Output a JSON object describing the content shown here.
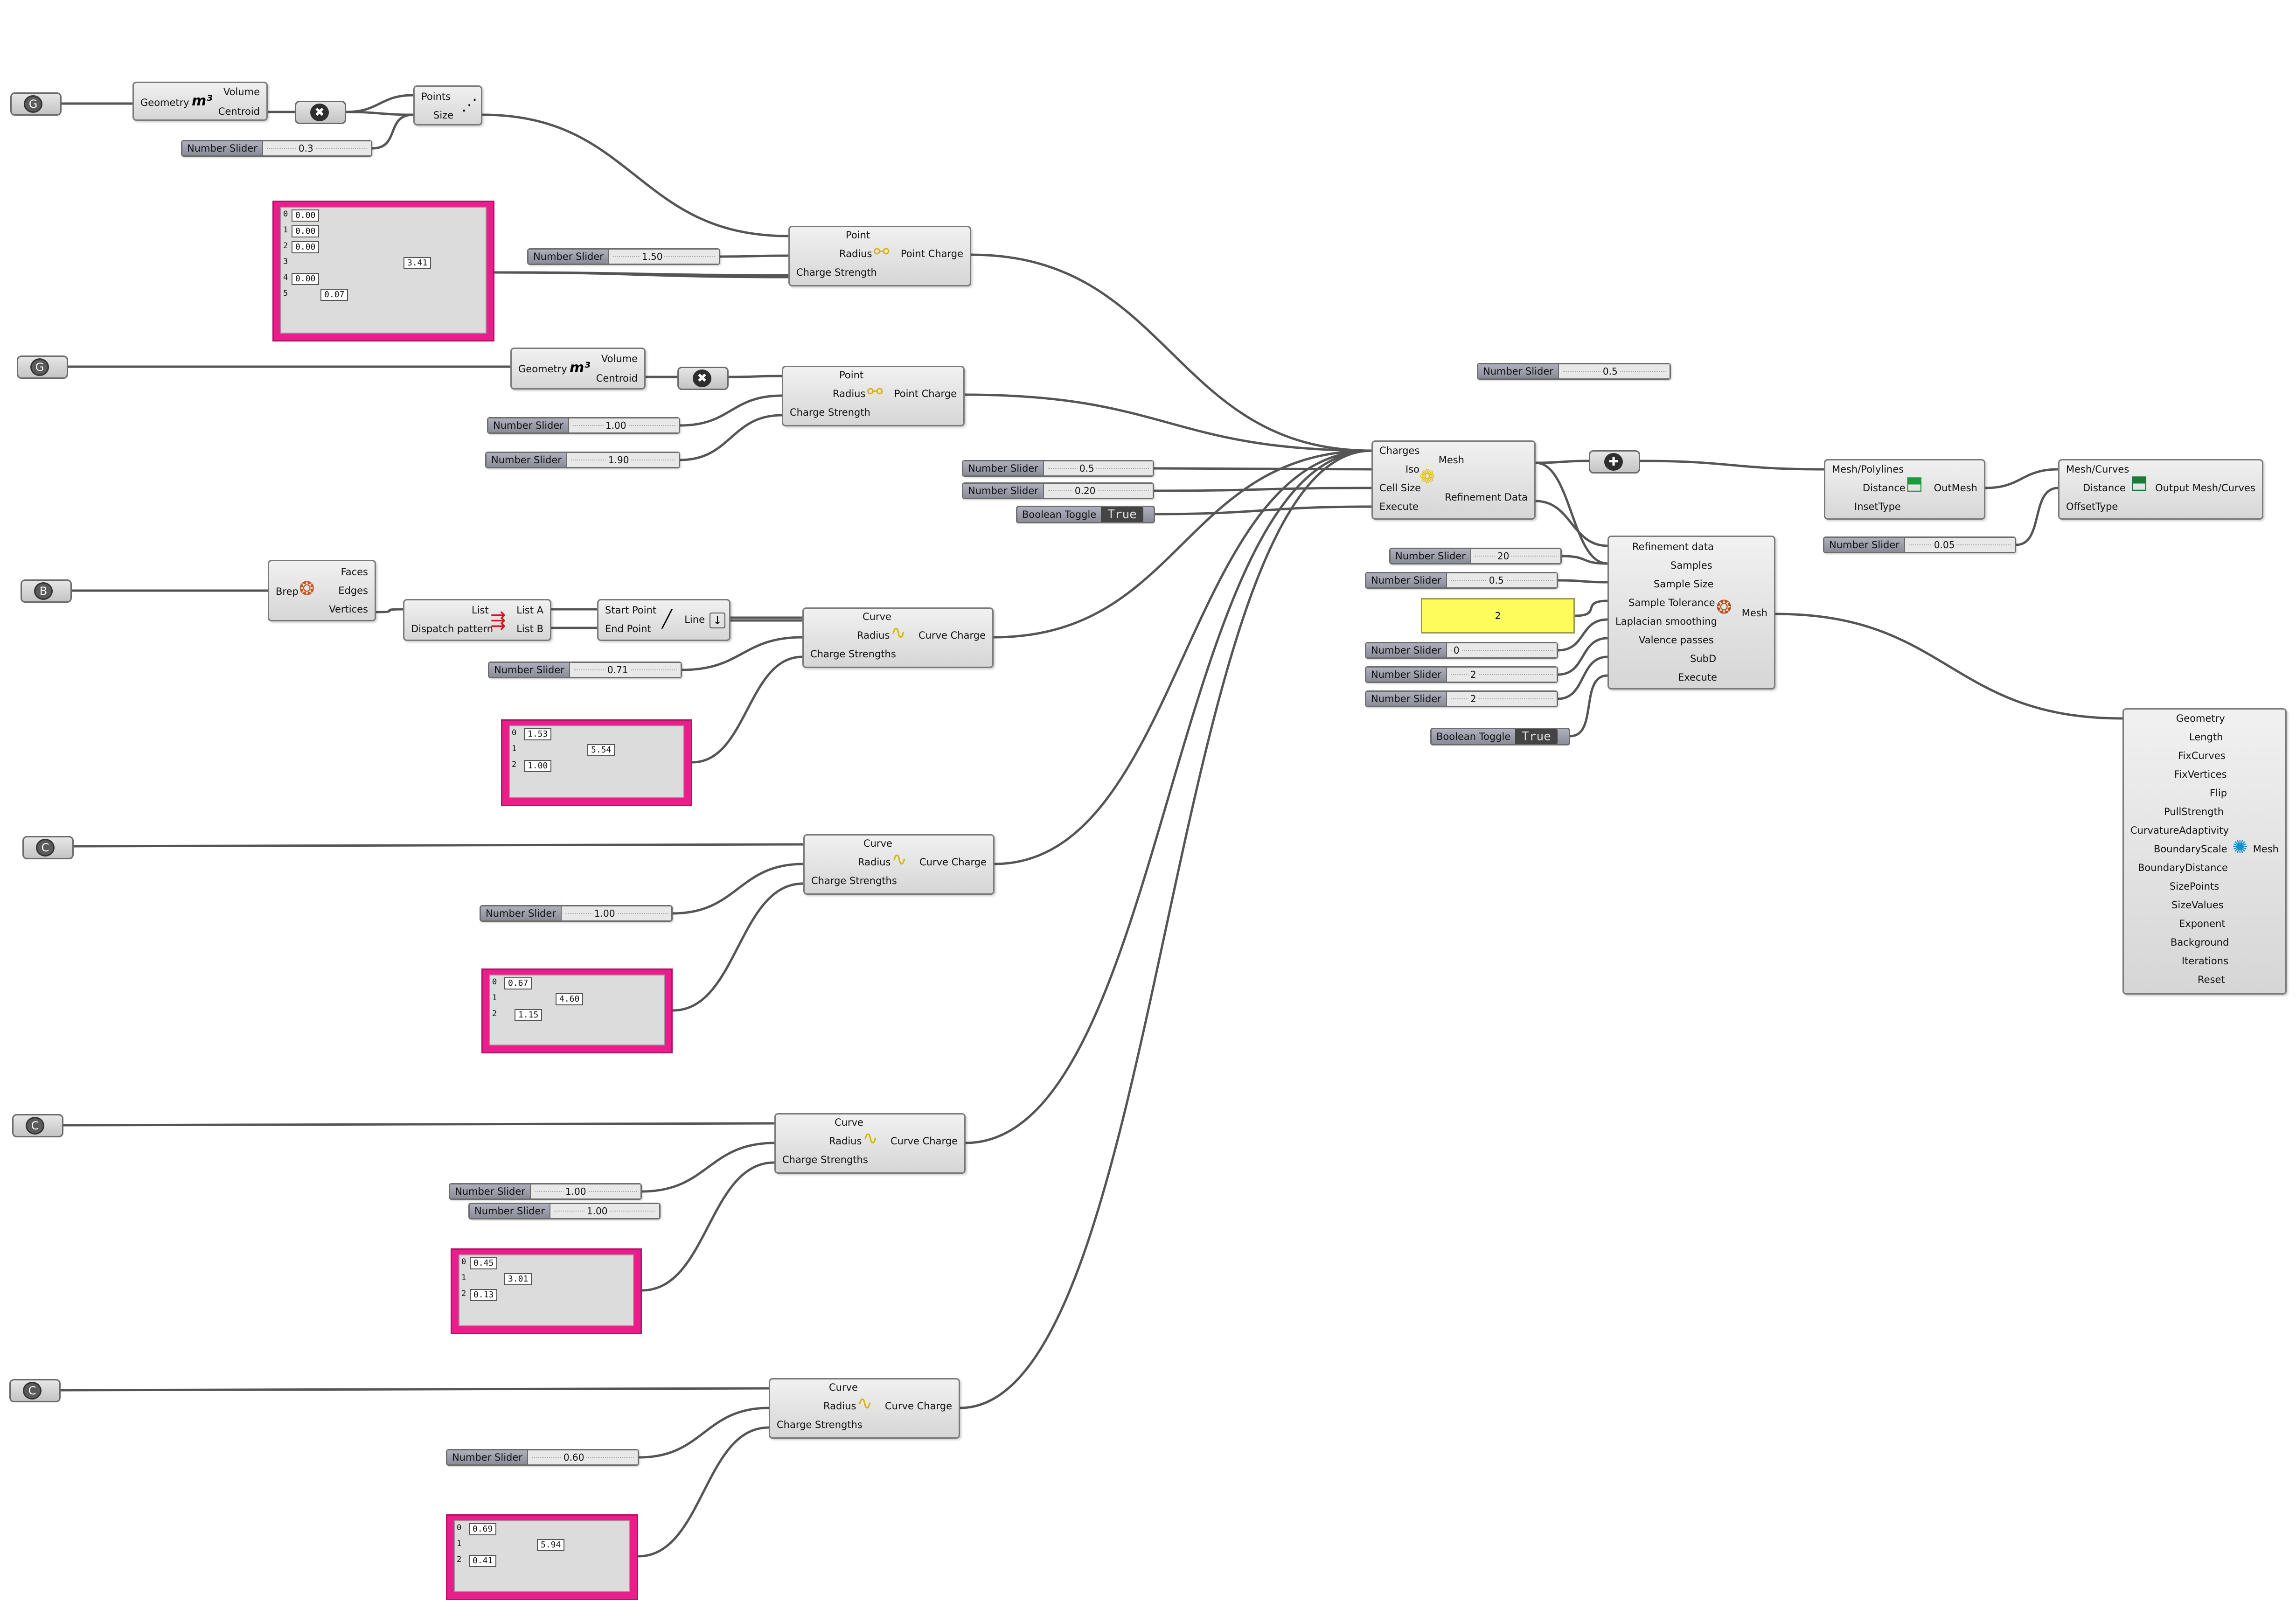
{
  "colors": {
    "wire": "#555555",
    "panel": "#e91e8c",
    "yellow_panel": "#fdfc5c",
    "slider_label": "#9a9caa",
    "toggle_value": "#444444"
  },
  "params": {
    "geometry_1": "G",
    "geometry_2": "G",
    "brep": "B",
    "curve_1": "C",
    "curve_2": "C",
    "curve_3": "C"
  },
  "gates": {
    "gate_1": "✖",
    "gate_2": "✖",
    "gate_3": "✚"
  },
  "volume_1": {
    "in": [
      "Geometry"
    ],
    "out": [
      "Volume",
      "Centroid"
    ],
    "icon": "m³"
  },
  "volume_2": {
    "in": [
      "Geometry"
    ],
    "out": [
      "Volume",
      "Centroid"
    ],
    "icon": "m³"
  },
  "points_comp": {
    "in": [
      "Points",
      "Size"
    ],
    "icon": "⋰"
  },
  "point_charge_1": {
    "in": [
      "Point",
      "Radius",
      "Charge Strength"
    ],
    "out": [
      "Point Charge"
    ]
  },
  "point_charge_2": {
    "in": [
      "Point",
      "Radius",
      "Charge Strength"
    ],
    "out": [
      "Point Charge"
    ]
  },
  "deconstruct": {
    "in": [
      "Brep"
    ],
    "out": [
      "Faces",
      "Edges",
      "Vertices"
    ]
  },
  "dispatch": {
    "in": [
      "List",
      "Dispatch pattern"
    ],
    "out": [
      "List A",
      "List B"
    ]
  },
  "line_comp": {
    "in": [
      "Start Point",
      "End Point"
    ],
    "out": [
      "Line"
    ]
  },
  "curve_charge_1": {
    "in": [
      "Curve",
      "Radius",
      "Charge Strengths"
    ],
    "out": [
      "Curve Charge"
    ]
  },
  "curve_charge_2": {
    "in": [
      "Curve",
      "Radius",
      "Charge Strengths"
    ],
    "out": [
      "Curve Charge"
    ]
  },
  "curve_charge_3": {
    "in": [
      "Curve",
      "Radius",
      "Charge Strengths"
    ],
    "out": [
      "Curve Charge"
    ]
  },
  "curve_charge_4": {
    "in": [
      "Curve",
      "Radius",
      "Charge Strengths"
    ],
    "out": [
      "Curve Charge"
    ]
  },
  "mesher": {
    "in": [
      "Charges",
      "Iso",
      "Cell Size",
      "Execute"
    ],
    "out": [
      "Mesh",
      "Refinement Data"
    ]
  },
  "refiner": {
    "in": [
      "Refinement data",
      "Samples",
      "Sample Size",
      "Sample Tolerance",
      "Laplacian smoothing",
      "Valence passes",
      "SubD",
      "Execute"
    ],
    "out": [
      "Mesh"
    ]
  },
  "outmesh": {
    "in": [
      "Mesh/Polylines",
      "Distance",
      "InsetType"
    ],
    "out": [
      "OutMesh"
    ]
  },
  "outmesh_curves": {
    "in": [
      "Mesh/Curves",
      "Distance",
      "OffsetType"
    ],
    "out": [
      "Output Mesh/Curves"
    ]
  },
  "remesher": {
    "in": [
      "Geometry",
      "Length",
      "FixCurves",
      "FixVertices",
      "Flip",
      "PullStrength",
      "CurvatureAdaptivity",
      "BoundaryScale",
      "BoundaryDistance",
      "SizePoints",
      "SizeValues",
      "Exponent",
      "Background",
      "Iterations",
      "Reset"
    ],
    "out": [
      "Mesh"
    ]
  },
  "sliders": {
    "s1": {
      "label": "Number Slider",
      "value": "0.3"
    },
    "s2": {
      "label": "Number Slider",
      "value": "1.50"
    },
    "s3": {
      "label": "Number Slider",
      "value": "1.00"
    },
    "s4": {
      "label": "Number Slider",
      "value": "1.90"
    },
    "s5": {
      "label": "Number Slider",
      "value": "0.71"
    },
    "s6": {
      "label": "Number Slider",
      "value": "1.00"
    },
    "s7": {
      "label": "Number Slider",
      "value": "1.00"
    },
    "s8": {
      "label": "Number Slider",
      "value": "1.00"
    },
    "s9": {
      "label": "Number Slider",
      "value": "0.60"
    },
    "s10": {
      "label": "Number Slider",
      "value": "0.5"
    },
    "s11": {
      "label": "Number Slider",
      "value": "0.5"
    },
    "s12": {
      "label": "Number Slider",
      "value": "0.20"
    },
    "s13": {
      "label": "Number Slider",
      "value": "20"
    },
    "s14": {
      "label": "Number Slider",
      "value": "0.5"
    },
    "s15": {
      "label": "Number Slider",
      "value": "0"
    },
    "s16": {
      "label": "Number Slider",
      "value": "2"
    },
    "s17": {
      "label": "Number Slider",
      "value": "2"
    },
    "s18": {
      "label": "Number Slider",
      "value": "0.05"
    }
  },
  "toggles": {
    "t1": {
      "label": "Boolean Toggle",
      "value": "True"
    },
    "t2": {
      "label": "Boolean Toggle",
      "value": "True"
    }
  },
  "yellow_panel": {
    "value": "2"
  },
  "panels": {
    "p1": {
      "indices": [
        "0",
        "1",
        "2",
        "3",
        "4",
        "5"
      ],
      "values": [
        "0.00",
        "0.00",
        "0.00",
        "3.41",
        "0.00",
        "0.07"
      ]
    },
    "p2": {
      "indices": [
        "0",
        "1",
        "2"
      ],
      "values": [
        "1.53",
        "5.54",
        "1.00"
      ]
    },
    "p3": {
      "indices": [
        "0",
        "1",
        "2"
      ],
      "values": [
        "0.67",
        "4.60",
        "1.15"
      ]
    },
    "p4": {
      "indices": [
        "0",
        "1",
        "2"
      ],
      "values": [
        "0.45",
        "3.01",
        "0.13"
      ]
    },
    "p5": {
      "indices": [
        "0",
        "1",
        "2"
      ],
      "values": [
        "0.69",
        "5.94",
        "0.41"
      ]
    }
  }
}
